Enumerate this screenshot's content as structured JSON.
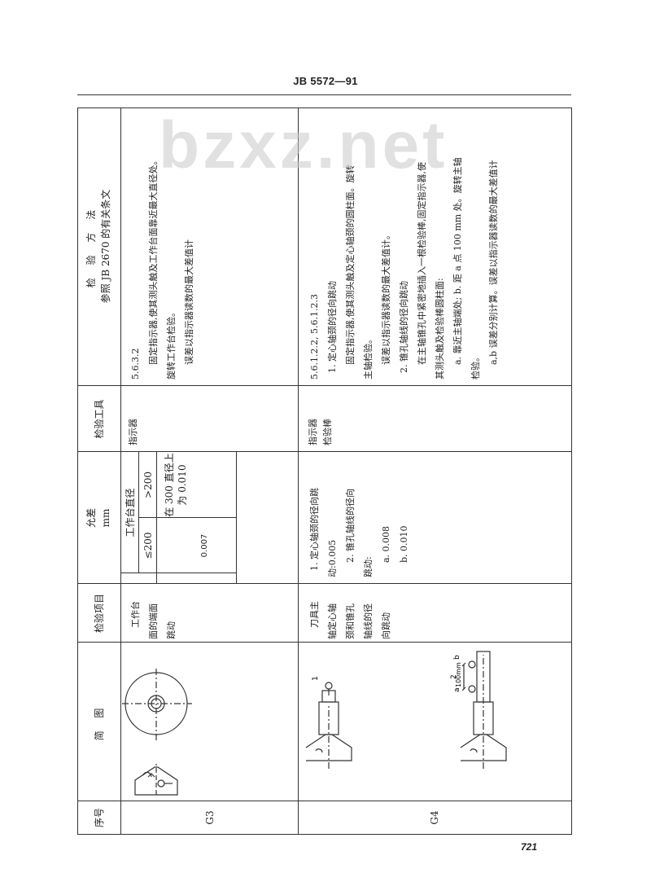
{
  "header": {
    "standard_code": "JB 5572—91"
  },
  "watermark": {
    "text": "bzxz.net"
  },
  "page_number": "721",
  "table": {
    "headers": {
      "seq": "序号",
      "sketch": "简 图",
      "item": "检验项目",
      "tolerance_title": "允差",
      "tolerance_unit": "mm",
      "tools": "检验工具",
      "method_title": "检 验 方 法",
      "method_subtitle": "参照 JB 2670 的有关条文"
    },
    "rows": [
      {
        "id": "G3",
        "item_lines": [
          "工作台",
          "面的端面",
          "跳动"
        ],
        "tolerance": {
          "subheader": "工作台直径",
          "col1_head": "≤200",
          "col2_head": ">200",
          "col1_value": "0.007",
          "col2_value_lines": [
            "在 300 直径上",
            "为 0.010"
          ]
        },
        "tools": [
          "指示器"
        ],
        "method_lines": [
          "5.6.3.2",
          "固定指示器,使其测头触及工作台面靠近最大直径处。",
          "旋转工作台检验。",
          "误差以指示器读数的最大差值计"
        ]
      },
      {
        "id": "G4",
        "item_lines": [
          "刀具主",
          "轴定心轴",
          "颈和锥孔",
          "轴线的径",
          "向跳动"
        ],
        "tolerance_lines": [
          "1. 定心轴颈的径向跳",
          "动:0.005",
          "2. 锥孔轴线的径向",
          "跳动:",
          "a. 0.008",
          "b. 0.010"
        ],
        "tools": [
          "指示器",
          "检验棒"
        ],
        "method_lines": [
          "5.6.1.2.2, 5.6.1.2.3",
          "1. 定心轴颈的径向跳动",
          "固定指示器,使其测头触及定心轴颈的圆柱面。旋转",
          "主轴检验。",
          "误差以指示器读数的最大差值计。",
          "2. 锥孔轴线的径向跳动",
          "在主轴锥孔中紧密地插入一根检验棒,固定指示器,使",
          "其测头触及检验棒圆柱面:",
          "a. 靠近主轴端处; b. 距 a 点 100 mm 处。旋转主轴",
          "检验。",
          "a,b 误差分别计算。误差以指示器读数的最大差值计"
        ],
        "sketch_labels": {
          "callout_1": "1",
          "callout_2": "2",
          "point_a": "a",
          "point_b": "b",
          "dimension": "100mm"
        }
      }
    ]
  }
}
